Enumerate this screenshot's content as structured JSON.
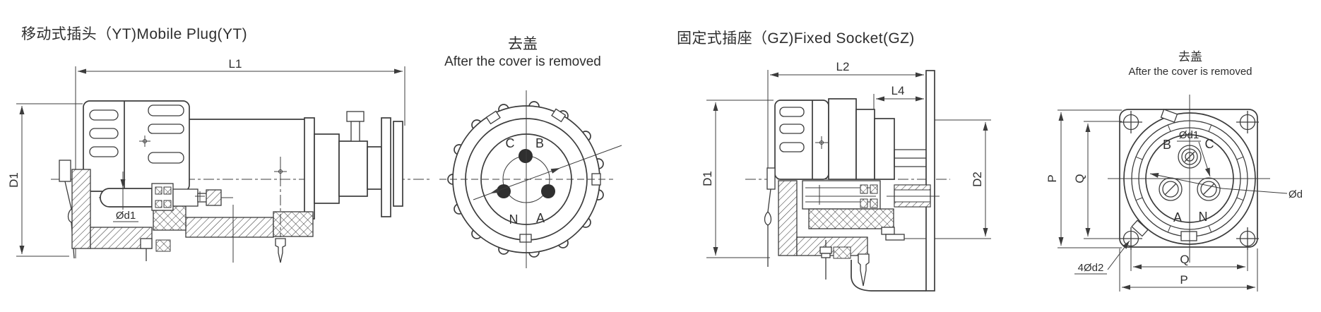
{
  "plug": {
    "title": "移动式插头（YT)Mobile Plug(YT)",
    "cover_title_zh": "去盖",
    "cover_title_en": "After the cover is removed",
    "dims": {
      "length": "L1",
      "diameter": "D1",
      "pin_dia": "Ød1"
    },
    "pins": {
      "top_left": "C",
      "top_right": "B",
      "bottom_left": "N",
      "bottom_right": "A"
    }
  },
  "socket": {
    "title": "固定式插座（GZ)Fixed Socket(GZ)",
    "cover_title_zh": "去盖",
    "cover_title_en": "After the cover is removed",
    "dims": {
      "length": "L2",
      "front_length": "L4",
      "diameter": "D1",
      "body_dia": "D2",
      "flange_size": "P",
      "hole_spacing": "Q",
      "mount_holes": "4Ød2",
      "contact_dia": "Ød1",
      "contact_dia_short": "Ød"
    },
    "contacts": {
      "top_left": "B",
      "top_right": "C",
      "bottom_left": "A",
      "bottom_right": "N"
    }
  },
  "colors": {
    "line": "#3c3c3c",
    "background": "#ffffff"
  }
}
